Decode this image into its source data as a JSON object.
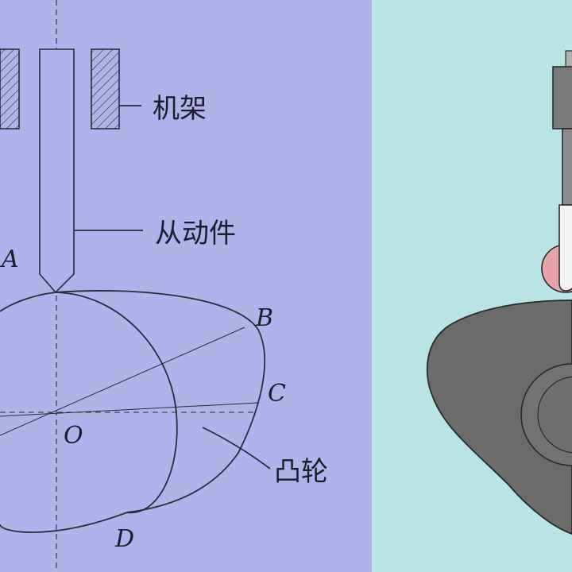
{
  "colors": {
    "left_panel_bg": "#b0b3ea",
    "right_panel_bg": "#b8e4e6",
    "line": "#2a2a3a",
    "cam_gray": "#6b6b6b",
    "roller_pink": "#e7a4a8"
  },
  "labels": {
    "frame": "机架",
    "follower": "从动件",
    "cam": "凸轮"
  },
  "points": {
    "A": "A",
    "B": "B",
    "C": "C",
    "O": "O",
    "D": "D"
  }
}
